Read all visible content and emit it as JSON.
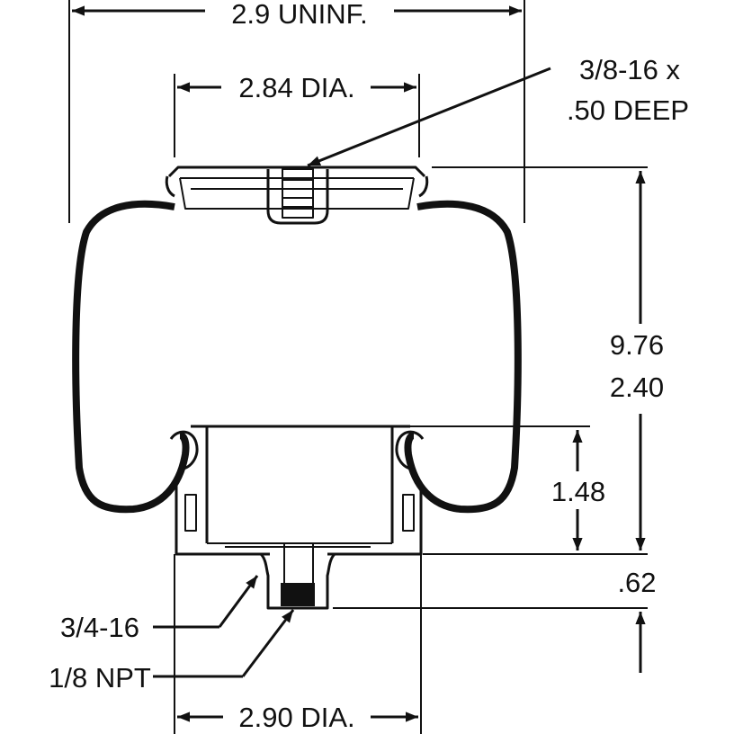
{
  "drawing": {
    "stroke_color": "#111111",
    "background": "#ffffff"
  },
  "dimensions": {
    "overall_width": "2.9 UNINF.",
    "top_plate_dia": "2.84 DIA.",
    "top_thread_line1": "3/8-16 x",
    "top_thread_line2": ".50 DEEP",
    "height_max": "9.76",
    "height_min": "2.40",
    "piston_height": "1.48",
    "base_thickness": ".62",
    "bottom_thread": "3/4-16",
    "air_fitting": "1/8 NPT",
    "bottom_dia": "2.90 DIA."
  }
}
